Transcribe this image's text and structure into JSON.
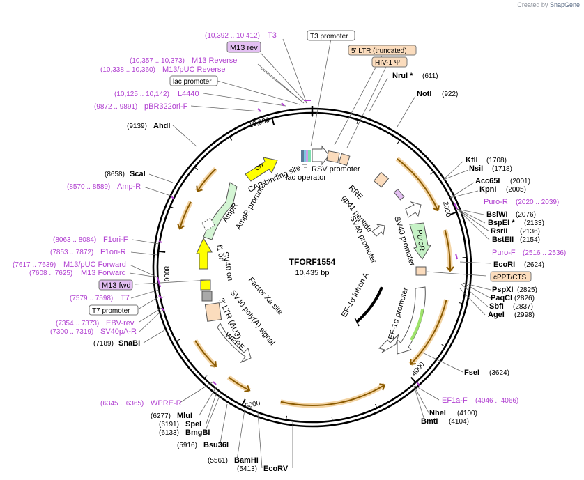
{
  "credit": {
    "prefix": "Created by",
    "brand": "SnapGene"
  },
  "plasmid": {
    "name": "TFORF1554",
    "length": "10,435 bp"
  },
  "tick_labels": [
    "2000",
    "4000",
    "6000",
    "8000",
    "10,000"
  ],
  "feature_labels": [
    "T3 promoter",
    "5' LTR (truncated)",
    "HIV-1 Ψ",
    "lac promoter",
    "M13 rev",
    "cPPT/CTS",
    "M13 fwd",
    "T7 promoter",
    "RSV promoter",
    "lac operator",
    "CAP binding site",
    "ori",
    "AmpR",
    "AmpR promoter",
    "f1 ori",
    "SV40 ori",
    "3' LTR (ΔU3)",
    "SV40 poly(A) signal",
    "Factor Xa site",
    "WPRE",
    "RRE",
    "gp41 peptide",
    "SV40 promoter",
    "SV40 promoter",
    "PuroR",
    "EF-1α promoter",
    "EF-1α intron A"
  ],
  "right_enzymes": [
    {
      "name": "NruI *",
      "pos": "(611)"
    },
    {
      "name": "NotI",
      "pos": "(922)"
    },
    {
      "name": "KflI",
      "pos": "(1708)"
    },
    {
      "name": "NsiI",
      "pos": "(1718)"
    },
    {
      "name": "Acc65I",
      "pos": "(2001)"
    },
    {
      "name": "KpnI",
      "pos": "(2005)"
    },
    {
      "name": "BsiWI",
      "pos": "(2076)"
    },
    {
      "name": "BspEI *",
      "pos": "(2133)"
    },
    {
      "name": "RsrII",
      "pos": "(2136)"
    },
    {
      "name": "BstEII",
      "pos": "(2154)"
    },
    {
      "name": "EcoRI",
      "pos": "(2624)"
    },
    {
      "name": "PspXI",
      "pos": "(2825)"
    },
    {
      "name": "PaqCI",
      "pos": "(2826)"
    },
    {
      "name": "SbfI",
      "pos": "(2837)"
    },
    {
      "name": "AgeI",
      "pos": "(2998)"
    },
    {
      "name": "FseI",
      "pos": "(3624)"
    },
    {
      "name": "NheI",
      "pos": "(4100)"
    },
    {
      "name": "BmtI",
      "pos": "(4104)"
    }
  ],
  "left_enzymes": [
    {
      "name": "AhdI",
      "pos": "(9139)"
    },
    {
      "name": "ScaI",
      "pos": "(8658)"
    },
    {
      "name": "SnaBI",
      "pos": "(7189)"
    },
    {
      "name": "MluI",
      "pos": "(6277)"
    },
    {
      "name": "SpeI",
      "pos": "(6191)"
    },
    {
      "name": "BmgBI",
      "pos": "(6133)"
    },
    {
      "name": "Bsu36I",
      "pos": "(5916)"
    },
    {
      "name": "BamHI",
      "pos": "(5561)"
    },
    {
      "name": "EcoRV",
      "pos": "(5413)"
    }
  ],
  "primers_left": [
    {
      "range": "(10,392 .. 10,412)",
      "name": "T3"
    },
    {
      "range": "(10,357 .. 10,373)",
      "name": "M13 Reverse"
    },
    {
      "range": "(10,338 .. 10,360)",
      "name": "M13/pUC Reverse"
    },
    {
      "range": "(10,125 .. 10,142)",
      "name": "L4440"
    },
    {
      "range": "(9872 .. 9891)",
      "name": "pBR322ori-F"
    },
    {
      "range": "(8570 .. 8589)",
      "name": "Amp-R"
    },
    {
      "range": "(8063 .. 8084)",
      "name": "F1ori-F"
    },
    {
      "range": "(7853 .. 7872)",
      "name": "F1ori-R"
    },
    {
      "range": "(7617 .. 7639)",
      "name": "M13/pUC Forward"
    },
    {
      "range": "(7608 .. 7625)",
      "name": "M13 Forward"
    },
    {
      "range": "(7579 .. 7598)",
      "name": "T7"
    },
    {
      "range": "(7354 .. 7373)",
      "name": "EBV-rev"
    },
    {
      "range": "(7300 .. 7319)",
      "name": "SV40pA-R"
    },
    {
      "range": "(6345 .. 6365)",
      "name": "WPRE-R"
    }
  ],
  "primers_right": [
    {
      "name": "Puro-R",
      "range": "(2020 .. 2039)"
    },
    {
      "name": "Puro-F",
      "range": "(2516 .. 2536)"
    },
    {
      "name": "EF1a-F",
      "range": "(4046 .. 4066)"
    }
  ],
  "colors": {
    "primer": "#b03fd0",
    "backbone": "#000000",
    "orf_glow": "#e8a94a",
    "promoter_fill": "#ffffff",
    "ori_fill": "#ffff00",
    "ampr_fill": "#d4f5d4",
    "ltr_fill": "#fbdcbd",
    "puro_fill": "#c6f2c6",
    "m13_fill": "#e3bff2",
    "efp_fill": "#9ee36a"
  }
}
